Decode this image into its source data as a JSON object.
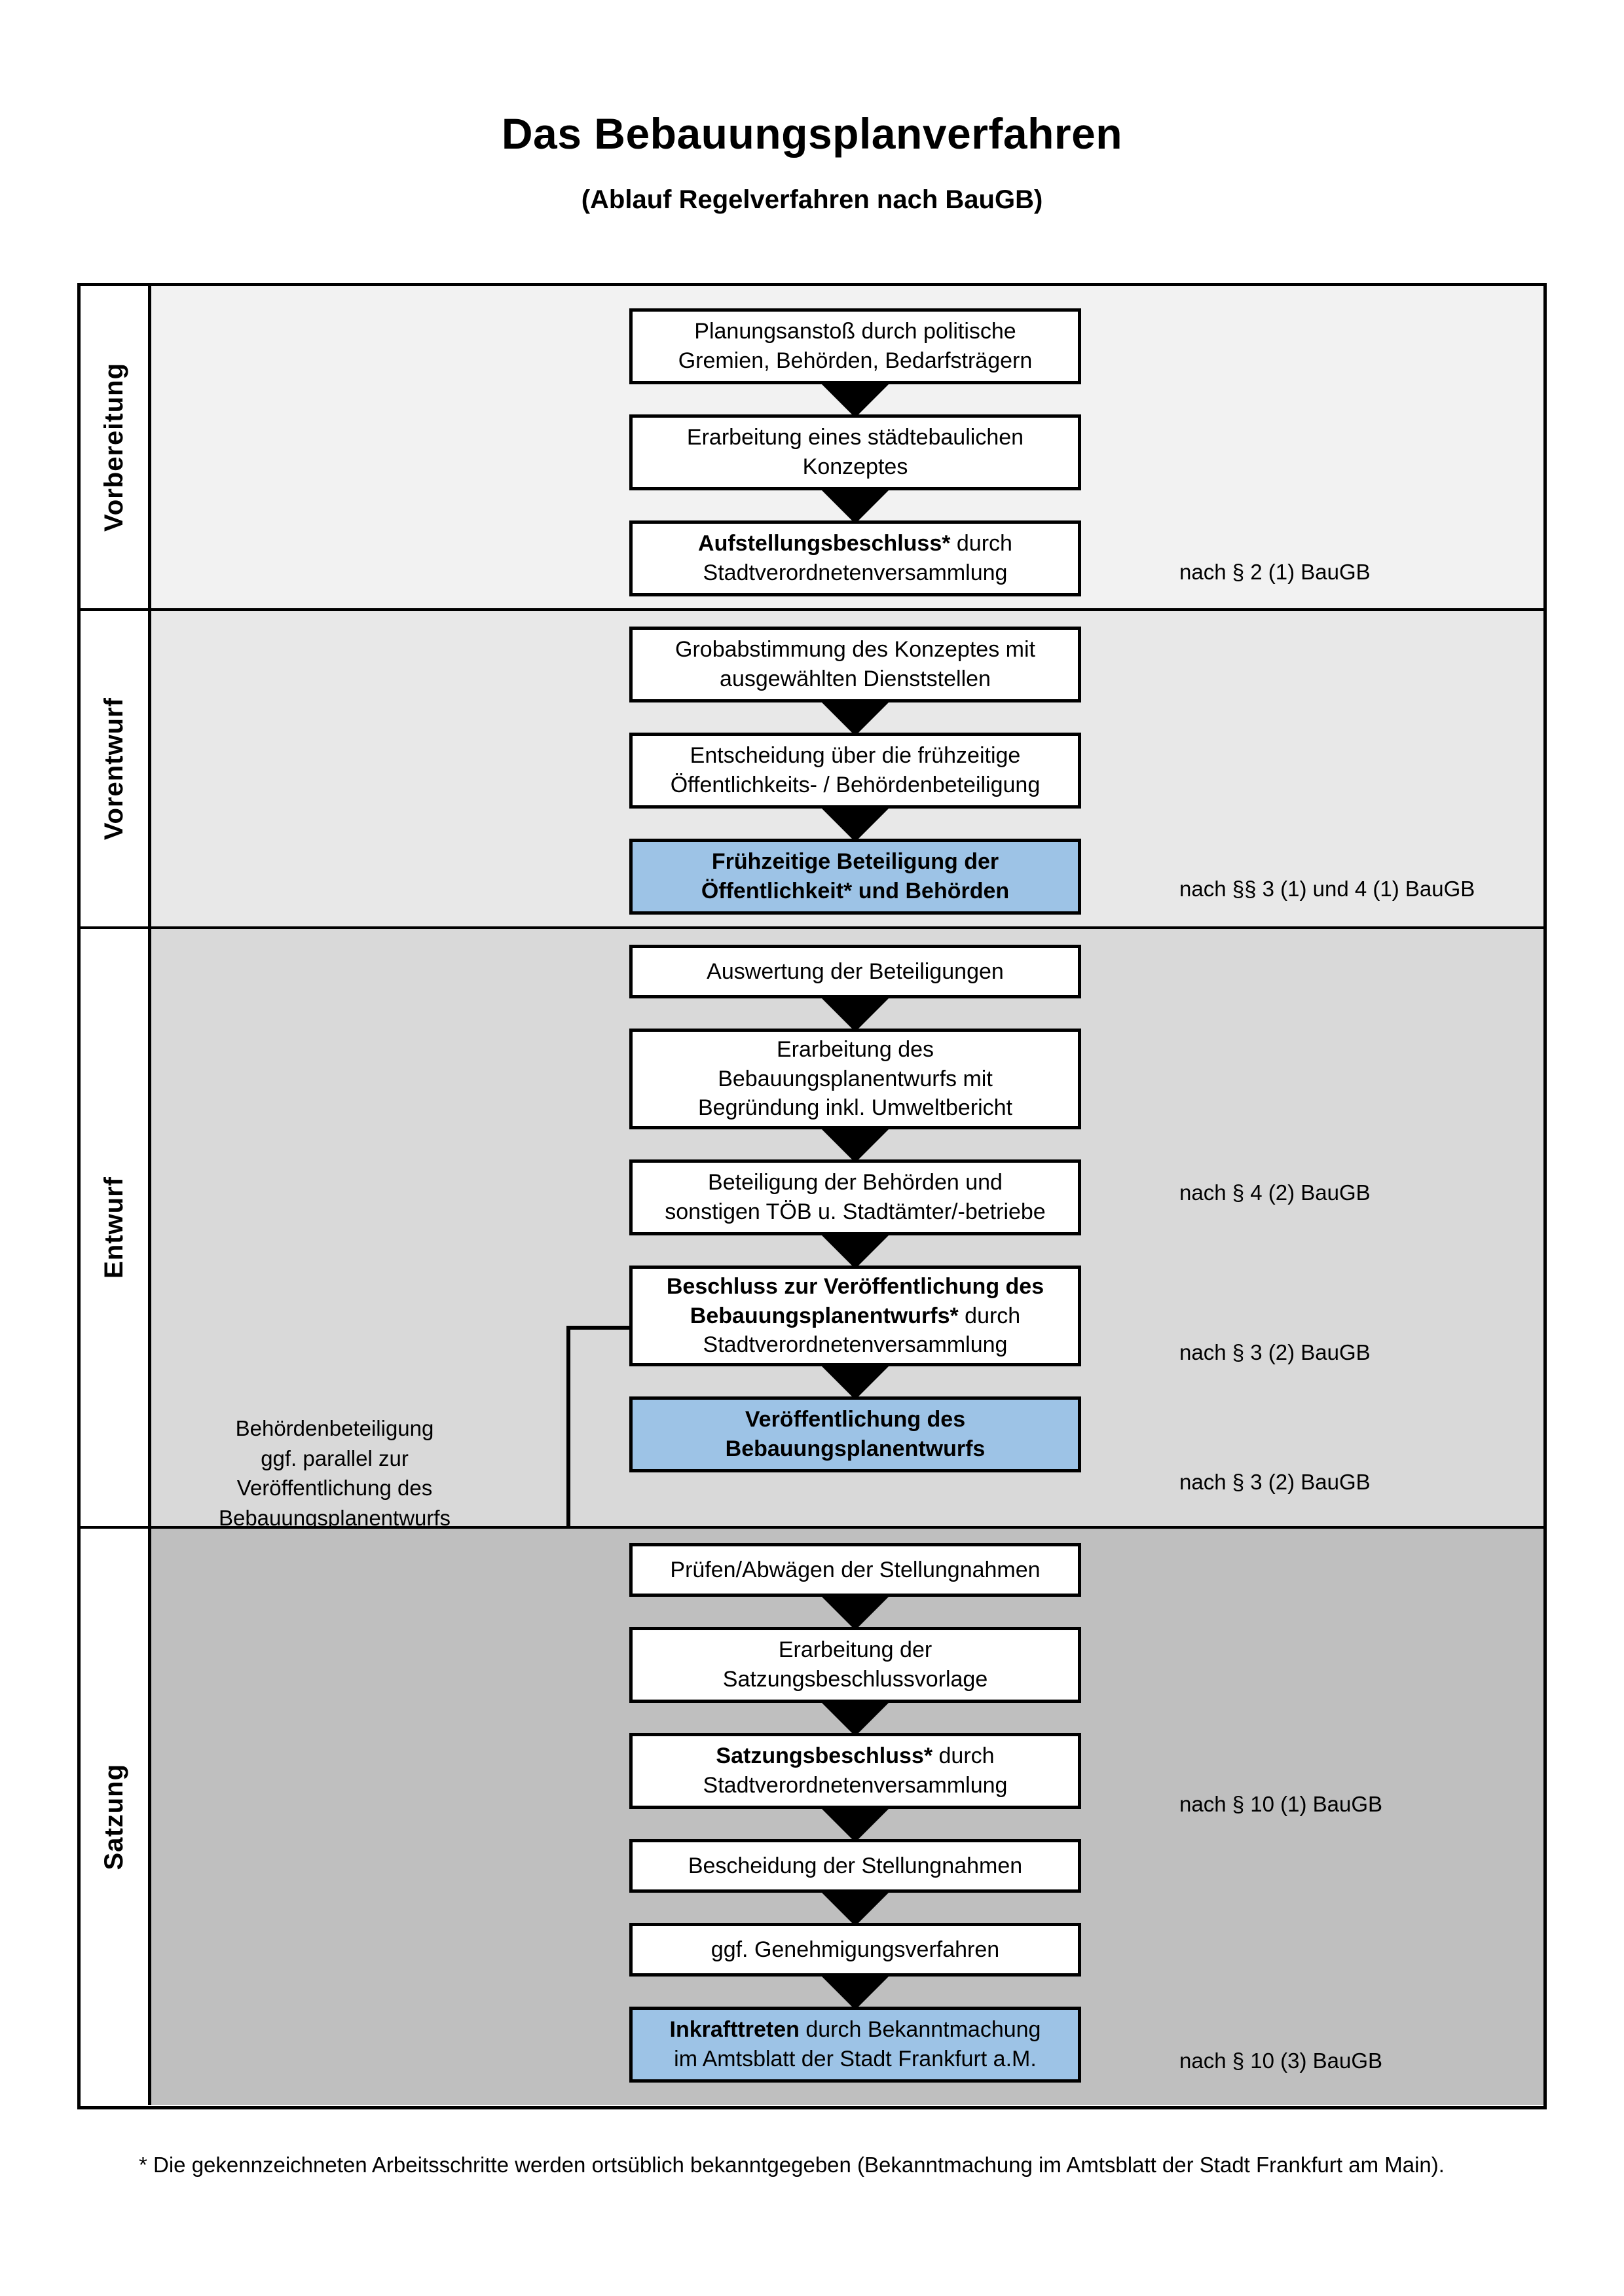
{
  "header": {
    "title": "Das Bebauungsplanverfahren",
    "subtitle": "(Ablauf Regelverfahren nach BauGB)"
  },
  "colors": {
    "highlight_box": "#9dc3e6",
    "band_vorbereitung": "#f2f2f2",
    "band_vorentwurf": "#e8e8e8",
    "band_entwurf": "#d9d9d9",
    "band_satzung": "#bfbfbf",
    "outline": "#000000"
  },
  "phases": [
    {
      "label": "Vorbereitung",
      "steps": [
        {
          "line1": "Planungsanstoß durch politische",
          "line2": "Gremien, Behörden, Bedarfsträgern",
          "bold1": "",
          "highlight": false
        },
        {
          "line1": "Erarbeitung eines städtebaulichen",
          "line2": "Konzeptes",
          "bold1": "",
          "highlight": false
        },
        {
          "line1": "Aufstellungsbeschluss* durch",
          "line2": "Stadtverordnetenversammlung",
          "bold1": "Aufstellungsbeschluss*",
          "rest1": " durch",
          "highlight": false
        }
      ],
      "notes": [
        {
          "text": "nach § 2 (1) BauGB"
        }
      ]
    },
    {
      "label": "Vorentwurf",
      "steps": [
        {
          "line1": "Grobabstimmung des Konzeptes mit",
          "line2": "ausgewählten Dienststellen",
          "highlight": false
        },
        {
          "line1": "Entscheidung über die frühzeitige",
          "line2": "Öffentlichkeits- / Behördenbeteiligung",
          "highlight": false
        },
        {
          "line1": "Frühzeitige Beteiligung der",
          "line2": "Öffentlichkeit* und Behörden",
          "highlight": true
        }
      ],
      "notes": [
        {
          "text": "nach §§ 3 (1) und 4 (1) BauGB"
        }
      ]
    },
    {
      "label": "Entwurf",
      "side_note": "Behördenbeteiligung ggf. parallel zur Veröffentlichung des Bebauungsplanentwurfs",
      "side_note_lines": [
        "Behördenbeteiligung",
        "ggf. parallel zur",
        "Veröffentlichung des",
        "Bebauungsplanentwurfs"
      ],
      "steps": [
        {
          "line1": "Auswertung der Beteiligungen",
          "highlight": false
        },
        {
          "line1": "Erarbeitung des",
          "line2": "Bebauungsplanentwurfs mit",
          "line3": "Begründung inkl. Umweltbericht",
          "highlight": false
        },
        {
          "line1": "Beteiligung der Behörden und",
          "line2": "sonstigen TÖB u. Stadtämter/-betriebe",
          "highlight": false
        },
        {
          "line1": "Beschluss zur Veröffentlichung des",
          "line2": "Bebauungsplanentwurfs* durch",
          "line3": "Stadtverordnetenversammlung",
          "bold1": "Beschluss zur Veröffentlichung des",
          "bold2": "Bebauungsplanentwurfs*",
          "rest2": " durch",
          "highlight": false
        },
        {
          "line1": "Veröffentlichung des",
          "line2": "Bebauungsplanentwurfs",
          "highlight": true
        }
      ],
      "notes": [
        {
          "text": "nach § 4 (2) BauGB"
        },
        {
          "text": "nach § 3 (2) BauGB"
        },
        {
          "text": "nach § 3 (2) BauGB"
        }
      ]
    },
    {
      "label": "Satzung",
      "steps": [
        {
          "line1": "Prüfen/Abwägen der Stellungnahmen",
          "highlight": false
        },
        {
          "line1": "Erarbeitung der",
          "line2": "Satzungsbeschlussvorlage",
          "highlight": false
        },
        {
          "line1": "Satzungsbeschluss* durch",
          "line2": "Stadtverordnetenversammlung",
          "bold1": "Satzungsbeschluss*",
          "rest1": " durch",
          "highlight": false
        },
        {
          "line1": "Bescheidung der Stellungnahmen",
          "highlight": false
        },
        {
          "line1": "ggf. Genehmigungsverfahren",
          "highlight": false
        },
        {
          "line1": "Inkrafttreten durch Bekanntmachung",
          "line2": "im Amtsblatt der Stadt Frankfurt a.M.",
          "bold1": "Inkrafttreten",
          "rest1": " durch Bekanntmachung",
          "highlight": true
        }
      ],
      "notes": [
        {
          "text": "nach § 10 (1) BauGB"
        },
        {
          "text": "nach § 10 (3) BauGB"
        }
      ]
    }
  ],
  "footnote": "* Die gekennzeichneten Arbeitsschritte werden ortsüblich bekanntgegeben (Bekanntmachung im Amtsblatt  der Stadt Frankfurt am Main)."
}
